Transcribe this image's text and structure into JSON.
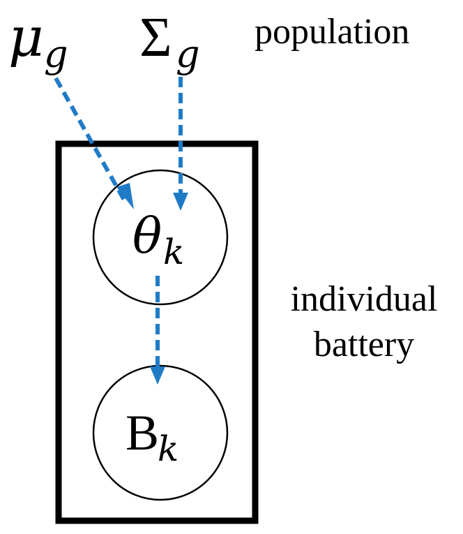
{
  "nodes": {
    "mu": {
      "symbol": "μ",
      "subscript": "g"
    },
    "sigma": {
      "symbol": "Σ",
      "subscript": "g"
    },
    "theta": {
      "symbol": "θ",
      "subscript": "k"
    },
    "battery": {
      "symbol": "B",
      "subscript": "k"
    }
  },
  "labels": {
    "population": "population",
    "plate_line1": "individual",
    "plate_line2": "battery"
  },
  "colors": {
    "arrow": "#1f7bc6",
    "stroke": "#000000"
  },
  "edges": [
    {
      "from": "mu",
      "to": "theta",
      "style": "dashed"
    },
    {
      "from": "sigma",
      "to": "theta",
      "style": "dashed"
    },
    {
      "from": "theta",
      "to": "battery",
      "style": "dashed"
    }
  ]
}
